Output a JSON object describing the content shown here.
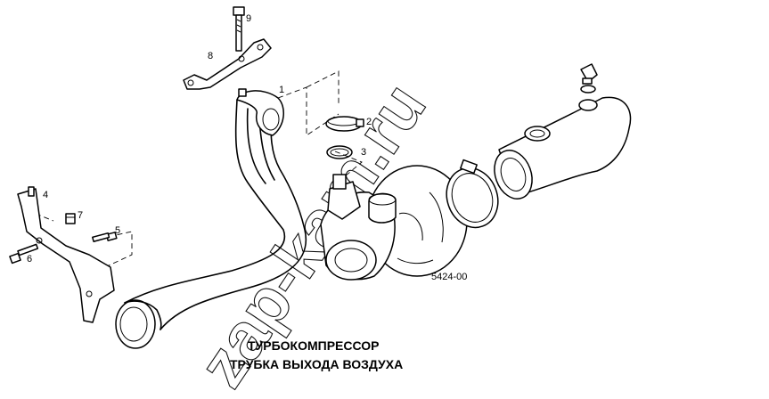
{
  "caption": {
    "line1": "ТУРБОКОМПРЕССОР",
    "line2": "ТРУБКА ВЫХОДА ВОЗДУХА"
  },
  "drawing_code": "5424-00",
  "watermark": "zap-kam.ru",
  "callouts": [
    "1",
    "2",
    "3",
    "4",
    "5",
    "6",
    "7",
    "8",
    "9"
  ]
}
